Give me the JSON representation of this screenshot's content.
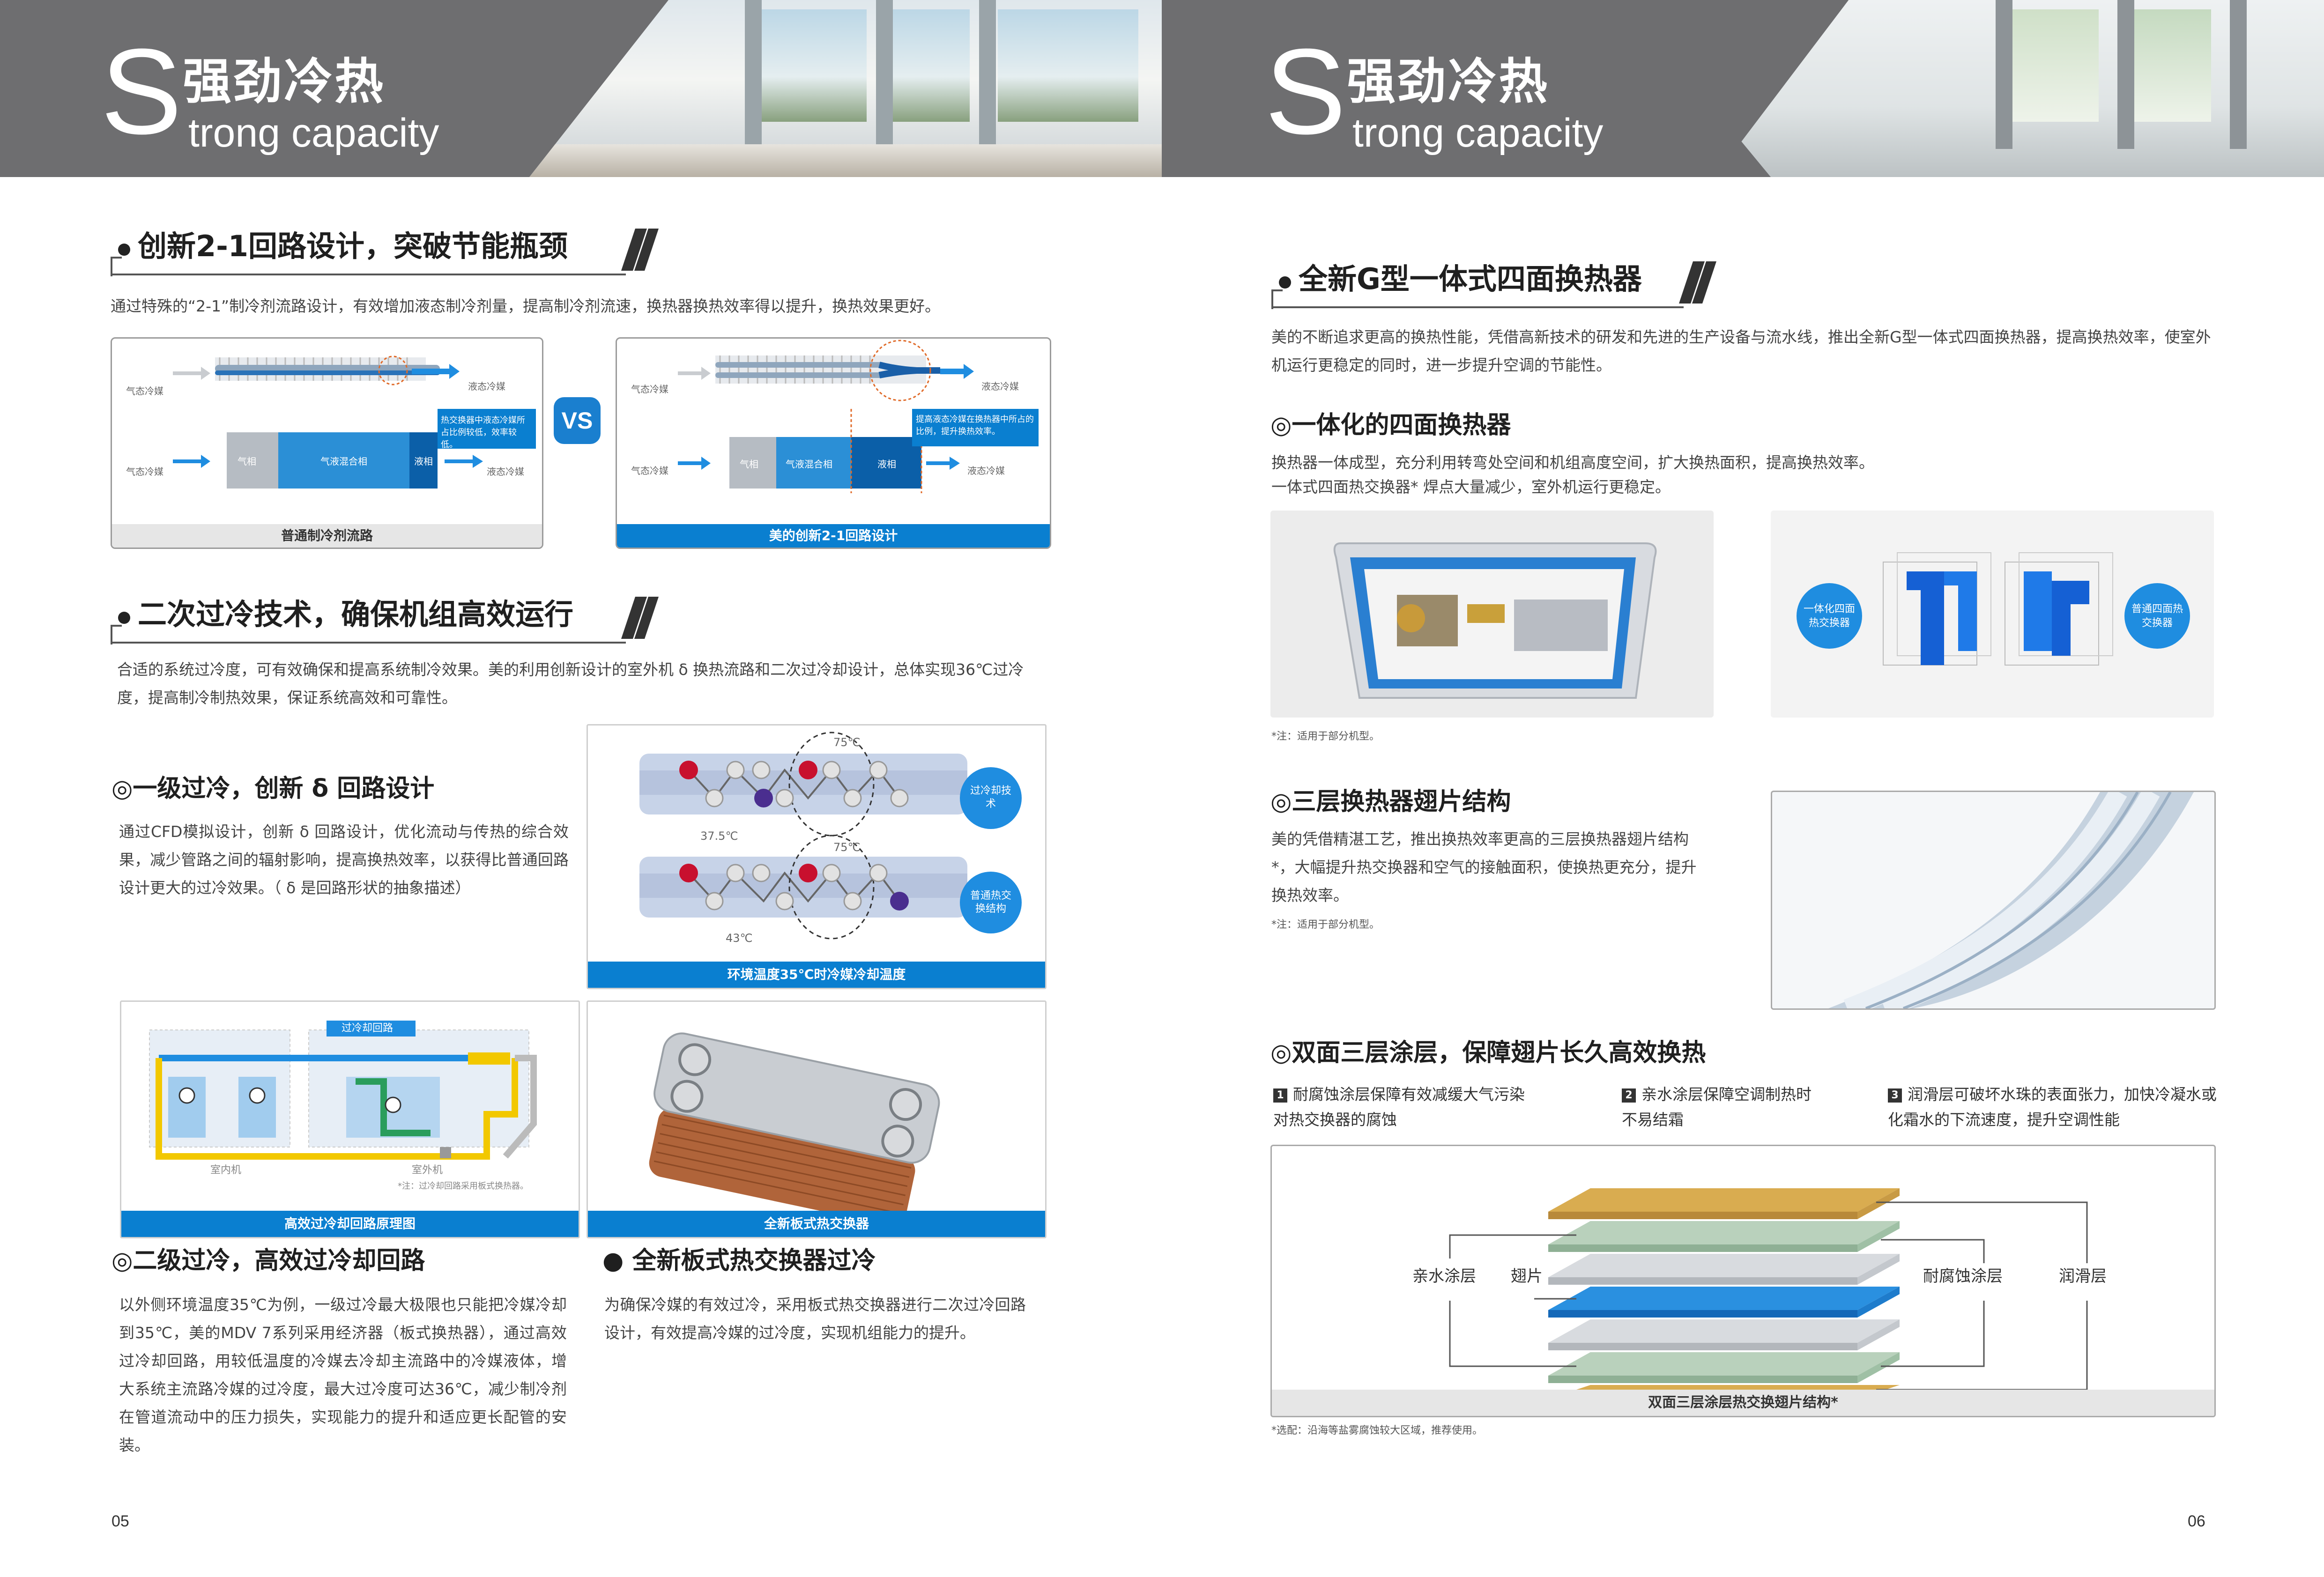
{
  "header": {
    "big_letter": "S",
    "title_cn": "强劲冷热",
    "title_en": "trong capacity"
  },
  "left": {
    "s1": {
      "heading": "创新2-1回路设计，突破节能瓶颈",
      "intro": "通过特殊的“2-1”制冷剂流路设计，有效增加液态制冷剂量，提高制冷剂流速，换热器换热效率得以提升，换热效果更好。",
      "left_fig": {
        "gas_in": "气态冷媒",
        "liquid_out": "液态冷媒",
        "gas_in2": "气态冷媒",
        "liquid_out2": "液态冷媒",
        "seg_gas": "气相",
        "seg_mix": "气液混合相",
        "seg_liq": "液相",
        "callout": "热交换器中液态冷媒所占比例较低，效率较低。",
        "caption": "普通制冷剂流路"
      },
      "vs": "VS",
      "right_fig": {
        "gas_in": "气态冷媒",
        "liquid_out": "液态冷媒",
        "gas_in2": "气态冷媒",
        "liquid_out2": "液态冷媒",
        "seg_gas": "气相",
        "seg_mix": "气液混合相",
        "seg_liq": "液相",
        "callout": "提高液态冷媒在换热器中所占的比例，提升换热效率。",
        "caption": "美的创新2-1回路设计"
      }
    },
    "s2": {
      "heading": "二次过冷技术，确保机组高效运行",
      "intro": "合适的系统过冷度，可有效确保和提高系统制冷效果。美的利用创新设计的室外机 δ 换热流路和二次过冷却设计，总体实现36℃过冷度，提高制冷制热效果，保证系统高效和可靠性。",
      "sub1": {
        "title": "◎一级过冷，创新 δ 回路设计",
        "body": "通过CFD模拟设计，创新 δ 回路设计，优化流动与传热的综合效果，减少管路之间的辐射影响，提高换热效率，以获得比普通回路设计更大的过冷效果。（ δ 是回路形状的抽象描述）"
      },
      "temp_fig": {
        "t1": "75℃",
        "t2": "37.5℃",
        "t3": "75℃",
        "t4": "43℃",
        "badge1": "过冷却技术",
        "badge2": "普通热交换结构",
        "caption": "环境温度35℃时冷媒冷却温度"
      },
      "circuit_fig": {
        "top_label": "过冷却回路",
        "indoor": "室内机",
        "outdoor": "室外机",
        "note": "*注：过冷却回路采用板式换热器。",
        "caption": "高效过冷却回路原理图"
      },
      "plate_fig": {
        "caption": "全新板式热交换器"
      },
      "sub2": {
        "title": "◎二级过冷，高效过冷却回路",
        "body": "以外侧环境温度35℃为例，一级过冷最大极限也只能把冷媒冷却到35℃，美的MDV 7系列采用经济器（板式换热器），通过高效过冷却回路，用较低温度的冷媒去冷却主流路中的冷媒液体，增大系统主流路冷媒的过冷度，最大过冷度可达36℃，减少制冷剂在管道流动中的压力损失，实现能力的提升和适应更长配管的安装。"
      },
      "sub3": {
        "title": "● 全新板式热交换器过冷",
        "body": "为确保冷媒的有效过冷，采用板式热交换器进行二次过冷回路设计，有效提高冷媒的过冷度，实现机组能力的提升。"
      }
    },
    "page_number": "05"
  },
  "right": {
    "s1": {
      "heading": "全新G型一体式四面换热器",
      "intro": "美的不断追求更高的换热性能，凭借高新技术的研发和先进的生产设备与流水线，推出全新G型一体式四面换热器，提高换热效率，使室外机运行更稳定的同时，进一步提升空调的节能性。"
    },
    "sub1": {
      "title": "◎一体化的四面换热器",
      "body1": "换热器一体成型，充分利用转弯处空间和机组高度空间，扩大换热面积，提高换热效率。",
      "body2": "一体式四面热交换器* 焊点大量减少，室外机运行更稳定。",
      "badge_left": "一体化四面热交换器",
      "badge_right": "普通四面热交换器",
      "note": "*注：适用于部分机型。"
    },
    "sub2": {
      "title": "◎三层换热器翅片结构",
      "body": "美的凭借精湛工艺，推出换热效率更高的三层换热器翅片结构*，大幅提升热交换器和空气的接触面积，使换热更充分，提升换热效率。",
      "note": "*注：适用于部分机型。"
    },
    "sub3": {
      "title": "◎双面三层涂层，保障翅片长久高效换热",
      "points": [
        {
          "num": "1",
          "text": "耐腐蚀涂层保障有效减缓大气污染对热交换器的腐蚀"
        },
        {
          "num": "2",
          "text": "亲水涂层保障空调制热时不易结霜"
        },
        {
          "num": "3",
          "text": "润滑层可破坏水珠的表面张力，加快冷凝水或化霜水的下流速度，提升空调性能"
        }
      ],
      "labels": {
        "hydrophilic": "亲水涂层",
        "fin": "翅片",
        "anticorrosion": "耐腐蚀涂层",
        "lubricant": "润滑层"
      },
      "caption": "双面三层涂层热交换翅片结构*",
      "note": "*选配：沿海等盐雾腐蚀较大区域，推荐使用。"
    },
    "page_number": "06"
  },
  "colors": {
    "accent_blue": "#0a7fd0",
    "header_grey": "#6e6e70",
    "gold": "#d4a94a",
    "green": "#a9c3ae"
  }
}
